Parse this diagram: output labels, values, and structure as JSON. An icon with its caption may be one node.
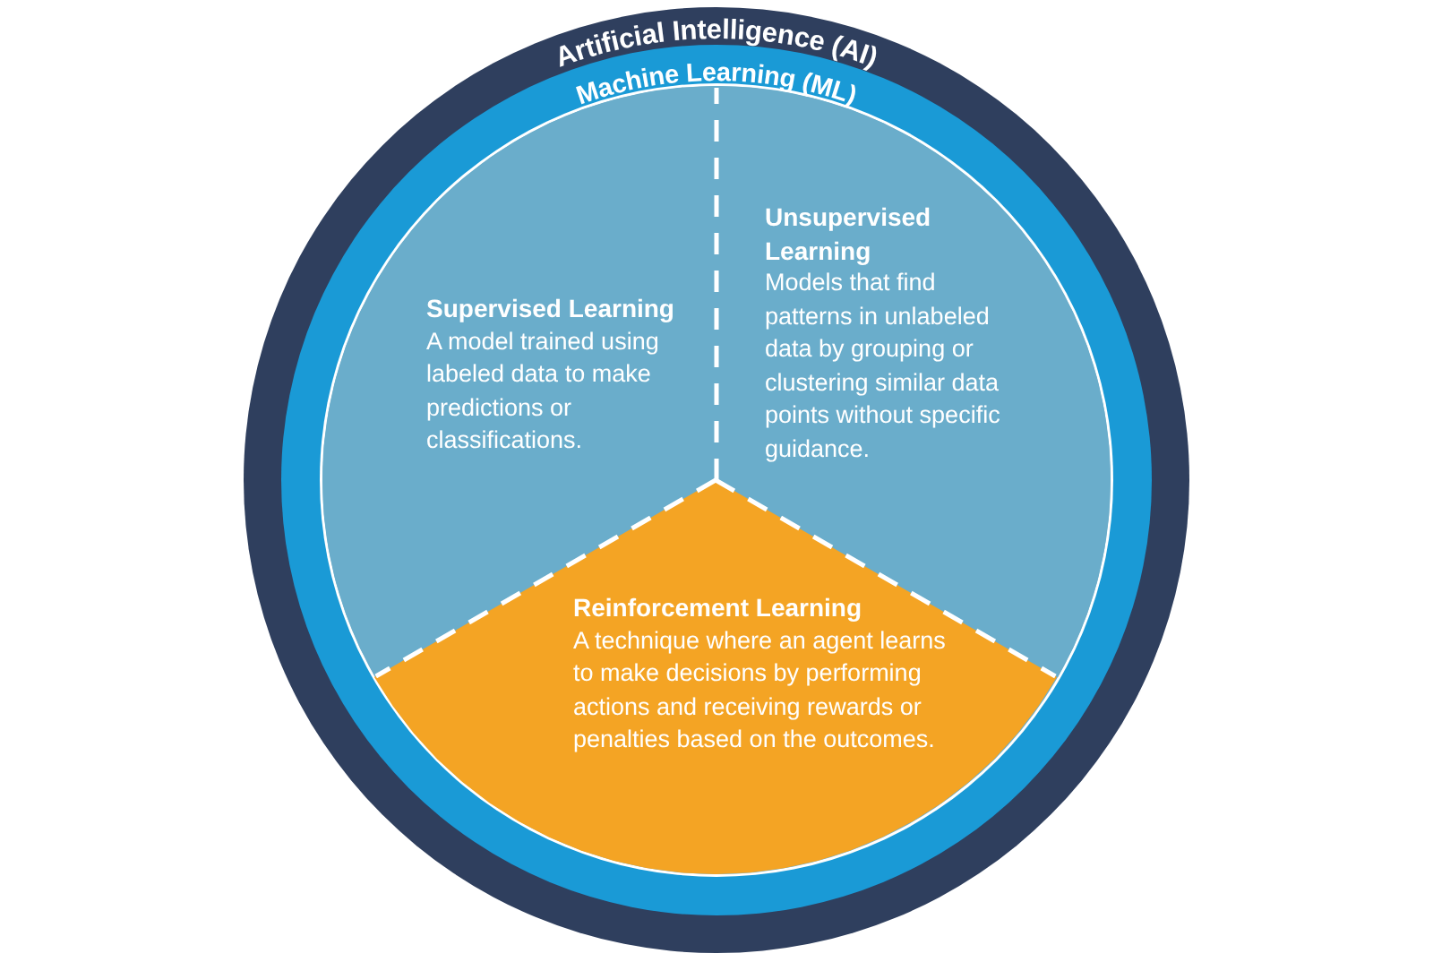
{
  "diagram": {
    "nodes": [
      {
        "text": [
          "Artificial Intelligence (AI)"
        ]
      },
      {
        "text": [
          "Machine Learning (ML)"
        ],
        "in": 0
      },
      {
        "text": [
          "Supervised Learning",
          "A model trained using labeled data to make predictions or classifications."
        ],
        "in": 1
      },
      {
        "text": [
          "Unsupervised Learning",
          "Models that find patterns in unlabeled data by grouping or clustering similar data points without specific guidance."
        ],
        "in": 1
      },
      {
        "text": [
          "Reinforcement Learning",
          "A technique where an agent learns to make decisions by performing actions and receiving rewards or penalties based on the outcomes."
        ],
        "in": 1
      }
    ]
  }
}
